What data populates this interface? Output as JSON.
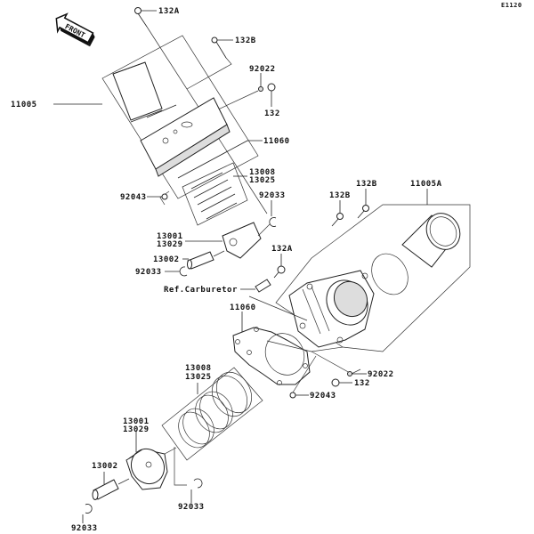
{
  "diagram": {
    "code": "E1120",
    "front_badge": "FRONT",
    "labels": {
      "bolt_132a_top": "132A",
      "bolt_132b_top": "132B",
      "washer_92022_top": "92022",
      "bolt_132_top": "132",
      "cylinder_11005": "11005",
      "gasket_11060_top": "11060",
      "ring_set_top_a": "13008",
      "ring_set_top_b": "13025",
      "dowel_92043_top": "92043",
      "circlip_92033_top_right": "92033",
      "piston_top_a": "13001",
      "piston_top_b": "13029",
      "pin_13002_top": "13002",
      "circlip_92033_top_left": "92033",
      "bolt_132a_mid": "132A",
      "ref_carburetor": "Ref.Carburetor",
      "bolt_132b_mid_left": "132B",
      "bolt_132b_mid_right": "132B",
      "cylinder_11005a": "11005A",
      "gasket_11060_bottom": "11060",
      "washer_92022_bottom": "92022",
      "bolt_132_bottom": "132",
      "dowel_92043_bottom": "92043",
      "ring_set_bottom_a": "13008",
      "ring_set_bottom_b": "13025",
      "piston_bottom_a": "13001",
      "piston_bottom_b": "13029",
      "pin_13002_bottom": "13002",
      "circlip_92033_bottom_right": "92033",
      "circlip_92033_bottom_left": "92033"
    }
  }
}
